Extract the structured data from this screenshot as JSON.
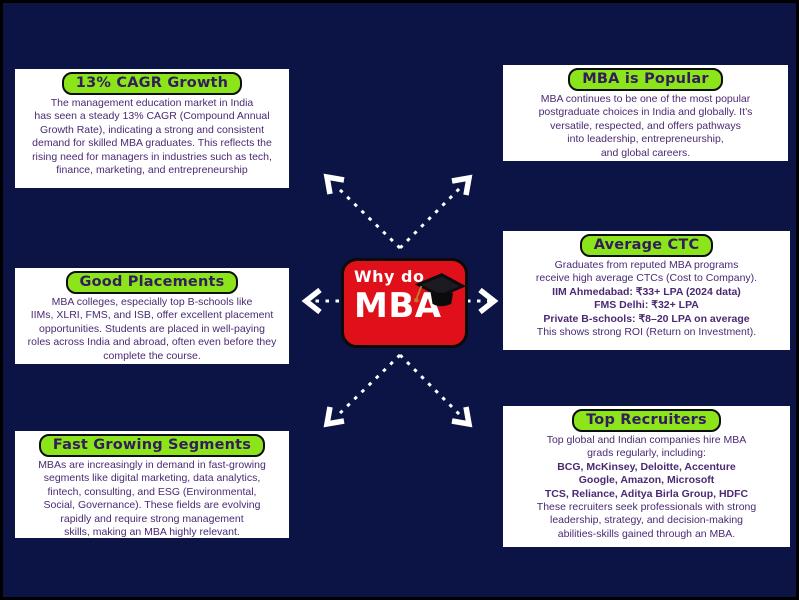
{
  "colors": {
    "background": "#0b1445",
    "card_background": "#ffffff",
    "badge_green": "#8be51a",
    "badge_border": "#0d0d0d",
    "title_text": "#321d5b",
    "body_text": "#4b2973",
    "center_red": "#e0101b",
    "arrow_white": "#ffffff"
  },
  "center": {
    "line1": "Why do",
    "line2": "MBA",
    "icon": "graduation-cap"
  },
  "cards": [
    {
      "title": "13% CAGR Growth",
      "lines": [
        {
          "text": "The management education market in India",
          "bold": false
        },
        {
          "text": "has seen a steady 13% CAGR (Compound Annual",
          "bold": false
        },
        {
          "text": "Growth Rate), indicating a strong and consistent",
          "bold": false
        },
        {
          "text": "demand for skilled MBA graduates. This reflects the",
          "bold": false
        },
        {
          "text": "rising need for managers in industries such as tech,",
          "bold": false
        },
        {
          "text": "finance, marketing, and entrepreneurship",
          "bold": false
        }
      ]
    },
    {
      "title": "MBA is Popular",
      "lines": [
        {
          "text": "MBA continues to be one of the most popular",
          "bold": false
        },
        {
          "text": "postgraduate choices in India and globally. It’s",
          "bold": false
        },
        {
          "text": "versatile, respected, and offers pathways",
          "bold": false
        },
        {
          "text": "into leadership, entrepreneurship,",
          "bold": false
        },
        {
          "text": "and global careers.",
          "bold": false
        }
      ]
    },
    {
      "title": "Good Placements",
      "lines": [
        {
          "text": "MBA colleges, especially top B-schools like",
          "bold": false
        },
        {
          "text": "IIMs, XLRI, FMS, and ISB, offer excellent placement",
          "bold": false
        },
        {
          "text": "opportunities. Students are placed in well-paying",
          "bold": false
        },
        {
          "text": "roles across India and abroad, often even before they",
          "bold": false
        },
        {
          "text": "complete the course.",
          "bold": false
        }
      ]
    },
    {
      "title": "Average CTC",
      "lines": [
        {
          "text": "Graduates from reputed MBA programs",
          "bold": false
        },
        {
          "text": "receive high average CTCs (Cost to Company).",
          "bold": false
        },
        {
          "text": "IIM Ahmedabad: ₹33+ LPA (2024 data)",
          "bold": true
        },
        {
          "text": "FMS Delhi: ₹32+ LPA",
          "bold": true
        },
        {
          "text": "Private B-schools: ₹8–20 LPA on average",
          "bold": true
        },
        {
          "text": "This shows strong ROI (Return on Investment).",
          "bold": false
        }
      ]
    },
    {
      "title": "Fast Growing Segments",
      "lines": [
        {
          "text": "MBAs are increasingly in demand in fast-growing",
          "bold": false
        },
        {
          "text": "segments like digital marketing, data analytics,",
          "bold": false
        },
        {
          "text": "fintech, consulting, and ESG (Environmental,",
          "bold": false
        },
        {
          "text": "Social, Governance). These fields are evolving",
          "bold": false
        },
        {
          "text": "rapidly and require strong management",
          "bold": false
        },
        {
          "text": "skills, making an MBA highly relevant.",
          "bold": false
        }
      ]
    },
    {
      "title": "Top Recruiters",
      "lines": [
        {
          "text": "Top global and Indian companies hire MBA",
          "bold": false
        },
        {
          "text": "grads regularly, including:",
          "bold": false
        },
        {
          "text": "BCG, McKinsey, Deloitte, Accenture",
          "bold": true
        },
        {
          "text": "Google, Amazon, Microsoft",
          "bold": true
        },
        {
          "text": "TCS, Reliance, Aditya Birla Group, HDFC",
          "bold": true
        },
        {
          "text": "These recruiters seek professionals with strong",
          "bold": false
        },
        {
          "text": "leadership, strategy, and decision-making",
          "bold": false
        },
        {
          "text": "abilities-skills gained through an MBA.",
          "bold": false
        }
      ]
    }
  ]
}
